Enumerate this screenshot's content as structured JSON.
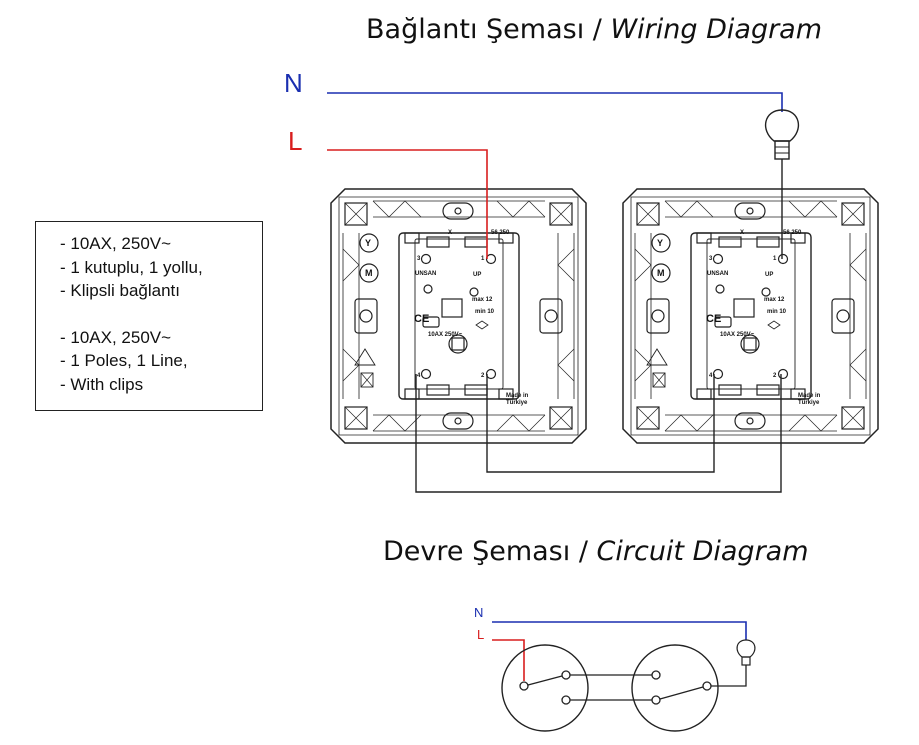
{
  "wiring_title": {
    "main": "Bağlantı Şeması / ",
    "italic": "Wiring Diagram"
  },
  "circuit_title": {
    "main": "Devre Şeması / ",
    "italic": "Circuit Diagram"
  },
  "wiring": {
    "neutral_label": "N",
    "live_label": "L"
  },
  "circuit": {
    "neutral_label": "N",
    "live_label": "L"
  },
  "specs_tr": [
    "- 10AX, 250V~",
    "- 1 kutuplu, 1 yollu,",
    "- Klipsli bağlantı"
  ],
  "specs_en": [
    "- 10AX, 250V~",
    "- 1 Poles, 1 Line,",
    "- With clips"
  ],
  "switch_markings": {
    "code": "56 250",
    "brand": "UNSAN",
    "up": "UP",
    "max": "max 12",
    "min": "min 10",
    "rating": "10AX 250V~",
    "made": "Made in",
    "country": "Türkiye",
    "x": "X",
    "t1": "1",
    "t2": "2",
    "t3": "3",
    "t4": "4",
    "y": "Y",
    "m": "M",
    "ce": "CE"
  },
  "colors": {
    "neutral": "#1a2fb0",
    "live": "#d81e1e",
    "line": "#222222"
  }
}
